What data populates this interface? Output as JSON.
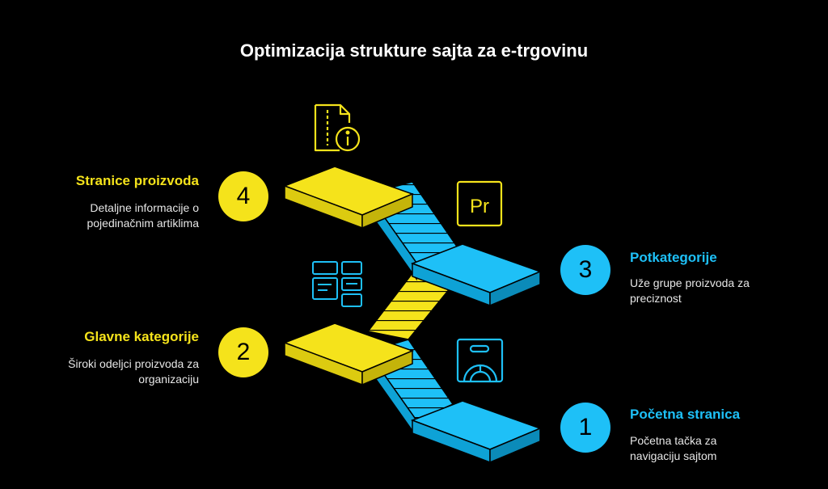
{
  "title": "Optimizacija strukture sajta za e-trgovinu",
  "colors": {
    "yellow": "#f5e31b",
    "blue": "#1ec0f7",
    "background": "#000000"
  },
  "steps": [
    {
      "number": "1",
      "heading": "Početna stranica",
      "description_lines": [
        "Početna tačka za",
        "navigaciju sajtom"
      ],
      "icon": "browser-dashboard-icon"
    },
    {
      "number": "2",
      "heading": "Glavne kategorije",
      "description_lines": [
        "Široki odeljci proizvoda za",
        "organizaciju"
      ],
      "icon": "category-grid-icon"
    },
    {
      "number": "3",
      "heading": "Potkategorije",
      "description_lines": [
        "Uže grupe proizvoda za",
        "preciznost"
      ],
      "icon": "pr-file-icon"
    },
    {
      "number": "4",
      "heading": "Stranice proizvoda",
      "description_lines": [
        "Detaljne informacije o",
        "pojedinačnim artiklima"
      ],
      "icon": "file-info-icon"
    }
  ]
}
